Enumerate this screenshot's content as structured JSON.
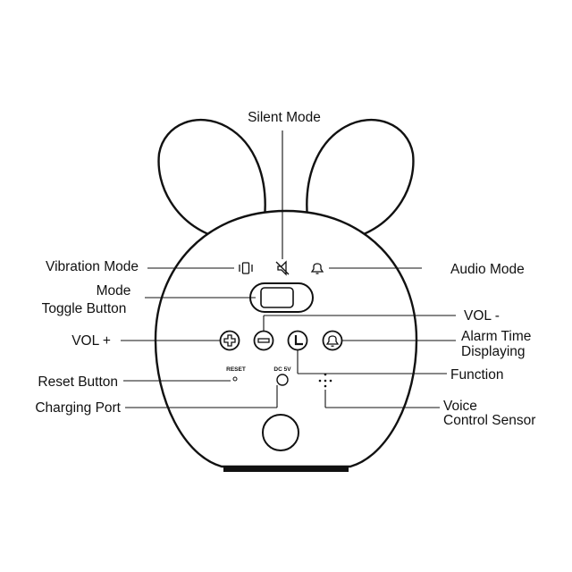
{
  "labels": {
    "silent_mode": "Silent Mode",
    "vibration_mode": "Vibration Mode",
    "audio_mode": "Audio Mode",
    "mode_toggle_line1": "Mode",
    "mode_toggle_line2": "Toggle Button",
    "vol_minus": "VOL -",
    "vol_plus": "VOL +",
    "alarm_time_line1": "Alarm Time",
    "alarm_time_line2": "Displaying",
    "function": "Function",
    "reset_button": "Reset Button",
    "charging_port": "Charging Port",
    "voice_sensor_line1": "Voice",
    "voice_sensor_line2": "Control Sensor"
  },
  "device_text": {
    "reset": "RESET",
    "dc": "DC 5V"
  },
  "icons": {
    "vibration": "vibration-icon",
    "silent": "speaker-muted-icon",
    "audio": "bell-icon",
    "vol_plus": "plus-icon",
    "vol_minus": "minus-icon",
    "function": "clock-icon",
    "alarm": "alarm-bell-icon"
  },
  "colors": {
    "ink": "#111111",
    "background": "#ffffff"
  }
}
